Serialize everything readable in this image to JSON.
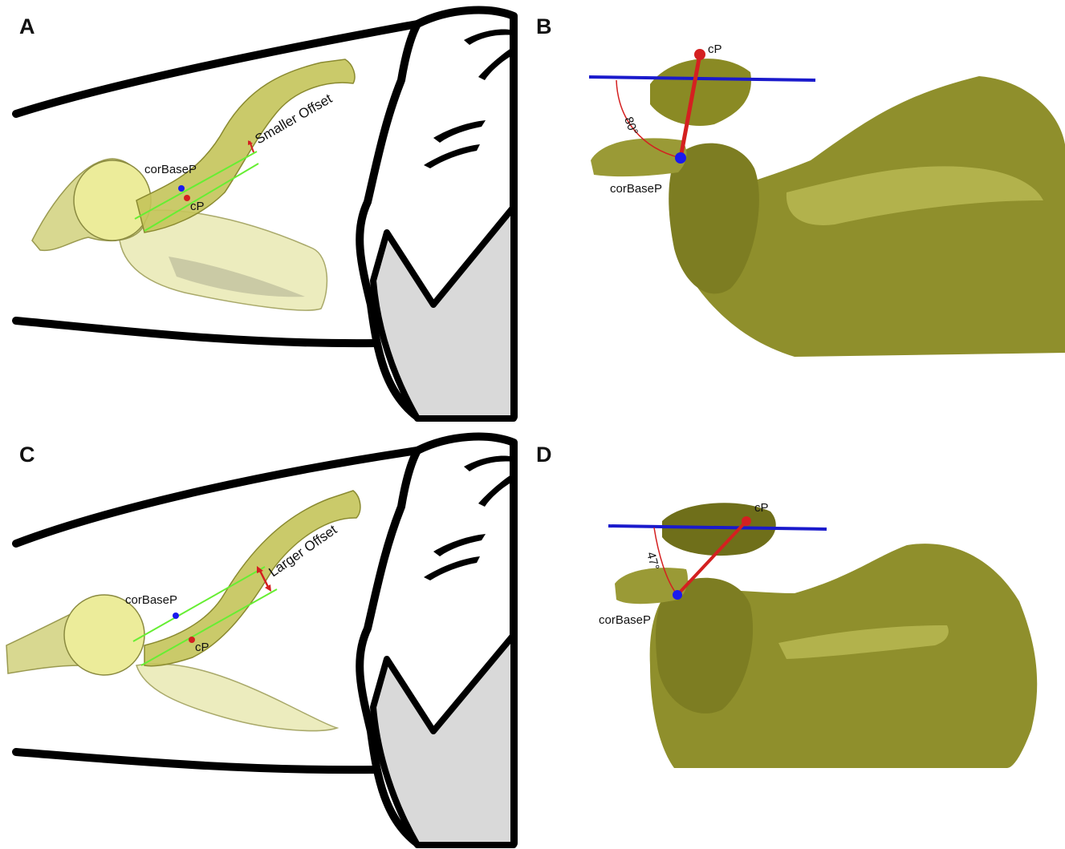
{
  "panels": {
    "A": {
      "letter": "A",
      "offset_label": "Smaller Offset",
      "base_point": "corBaseP",
      "tip_point": "cP"
    },
    "B": {
      "letter": "B",
      "tip_point": "cP",
      "base_point": "corBaseP",
      "angle_label": "80°"
    },
    "C": {
      "letter": "C",
      "offset_label": "Larger Offset",
      "base_point": "corBaseP",
      "tip_point": "cP"
    },
    "D": {
      "letter": "D",
      "tip_point": "cP",
      "base_point": "corBaseP",
      "angle_label": "47°"
    }
  },
  "colors": {
    "bone_model": "#8f8f2c",
    "bone_highlight": "#c9c963",
    "bone_translucent": "#e6e6a8",
    "plane_line": "#1a1acc",
    "axis_line": "#d42020",
    "offset_line": "#66ee33",
    "base_point": "#1a1aee",
    "tip_point": "#d42020",
    "silhouette_fill": "#d9d9d9"
  }
}
